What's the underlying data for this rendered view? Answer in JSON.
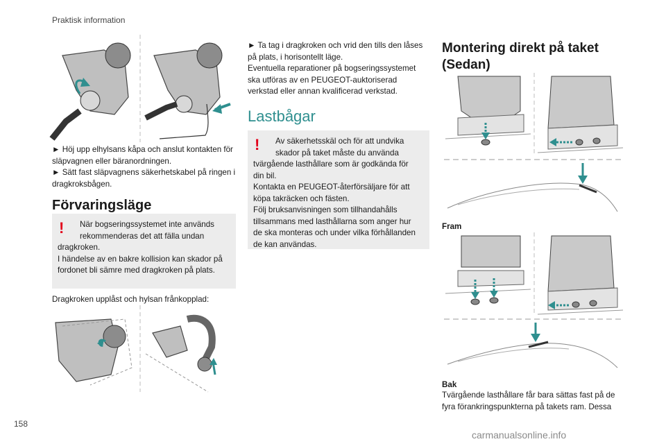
{
  "header": {
    "section": "Praktisk information"
  },
  "page_number": "158",
  "col1": {
    "instr1": "► Höj upp elhylsans kåpa och anslut kontakten för släpvagnen eller bäranordningen.",
    "instr2": "► Sätt fast släpvagnens säkerhetskabel på ringen i dragkroksbågen.",
    "heading": "Förvaringsläge",
    "warning_line1": "När bogseringssystemet inte används",
    "warning_line2": "rekommenderas det att fälla undan",
    "warning_line3": "dragkroken.",
    "warning_line4": "I händelse av en bakre kollision kan skador på fordonet bli sämre med dragkroken på plats.",
    "after_text": "Dragkroken upplåst och hylsan frånkopplad:"
  },
  "col2": {
    "instr1": "► Ta tag i dragkroken och vrid den tills den låses på plats, i horisontellt läge.",
    "instr2": "Eventuella reparationer på bogseringssystemet ska utföras av en PEUGEOT-auktoriserad verkstad eller annan kvalificerad verkstad.",
    "heading": "Lastbågar",
    "warning_line1": "Av säkerhetsskäl och för att undvika",
    "warning_line2": "skador på taket måste du använda",
    "warning_line3": "tvärgående lasthållare som är godkända för din bil.",
    "warning_line4": "Kontakta en PEUGEOT-återförsäljare för att köpa takräcken och fästen.",
    "warning_line5": "Följ bruksanvisningen som tillhandahålls tillsammans med lasthållarna som anger hur de ska monteras och under vilka förhållanden de kan användas."
  },
  "col3": {
    "heading": "Montering direkt på taket (Sedan)",
    "caption_front": "Fram",
    "caption_rear": "Bak",
    "text": "Tvärgående lasthållare får bara sättas fast på de fyra förankringspunkterna på takets ram. Dessa"
  },
  "watermark": "carmanualsonline.info",
  "colors": {
    "accent": "#2f8f8f",
    "warning": "#e2001a",
    "box": "#ececec"
  },
  "icons": [
    "warning-exclamation-icon",
    "arrow-icon"
  ]
}
